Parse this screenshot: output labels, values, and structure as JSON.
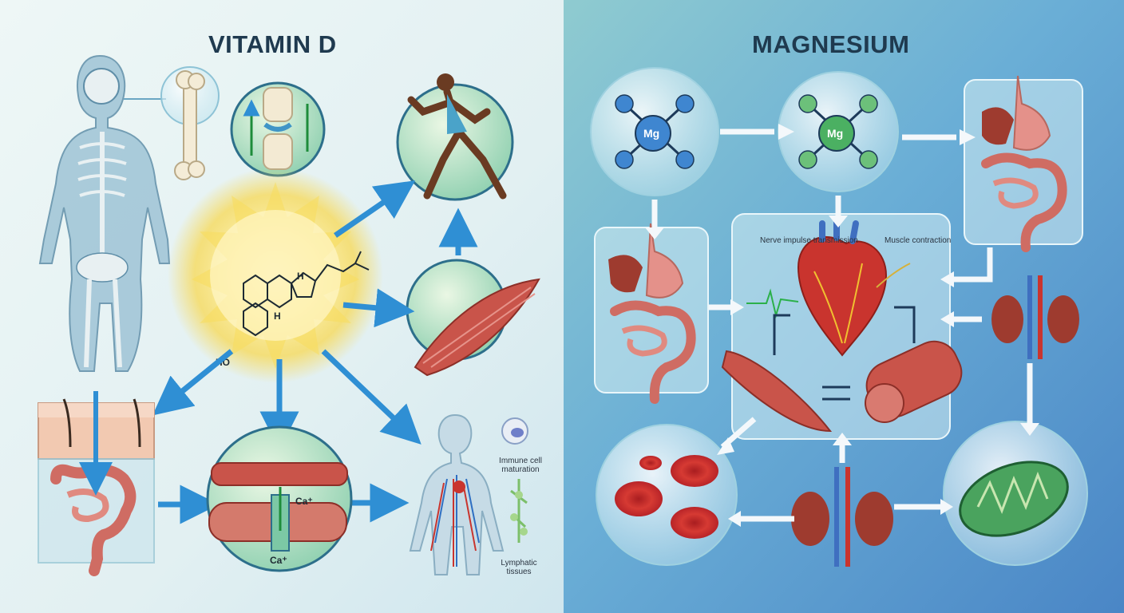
{
  "vitamin_d": {
    "title": "VITAMIN D",
    "labels": {
      "immune_cell_maturation": "Immune cell maturation",
      "lymphatic_tissues": "Lymphatic tissues",
      "calcium_upper": "Ca⁺",
      "calcium_lower": "Ca⁺",
      "hydroxyl": "HO",
      "hydrogen_1": "H",
      "hydrogen_2": "H"
    }
  },
  "magnesium": {
    "title": "MAGNESIUM",
    "labels": {
      "nerve_impulse_transmission": "Nerve impulse transmission",
      "muscle_contraction": "Muscle contraction",
      "mg_symbol_1": "Mg",
      "mg_symbol_2": "Mg"
    }
  },
  "colors": {
    "left_bg": "#e6f2f3",
    "right_bg": "#5b9bcc",
    "arrow_blue": "#2f8fd4",
    "arrow_white": "#f4f8fb",
    "muscle": "#c9544a",
    "heart": "#c9342e",
    "sun": "#f6d24a"
  },
  "icons": [
    "skeleton-icon",
    "bone-icon",
    "knee-joint-icon",
    "sun-icon",
    "runner-icon",
    "muscle-icon",
    "skin-icon",
    "intestine-icon",
    "calcium-channel-icon",
    "circulatory-body-icon",
    "immune-cell-icon",
    "lymph-icon",
    "magnesium-molecule-icon",
    "digestive-organs-icon",
    "heart-icon",
    "kidney-icon",
    "red-blood-cell-icon",
    "mitochondria-icon"
  ]
}
